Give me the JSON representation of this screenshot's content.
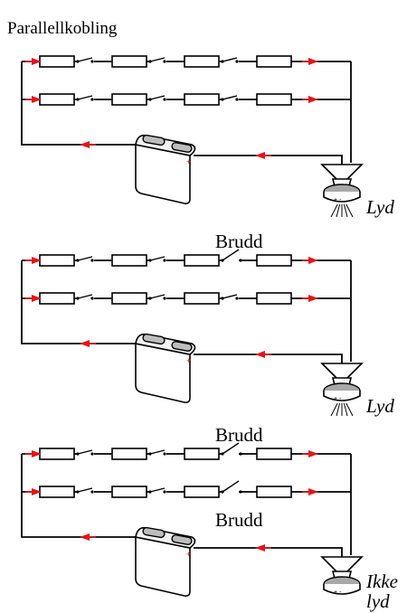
{
  "title": "Parallellkobling",
  "panels": [
    {
      "breaks": [],
      "sound_label": "Lyd",
      "sound_label_2": "",
      "sound": true
    },
    {
      "breaks": [
        {
          "label": "Brudd",
          "row": 0
        }
      ],
      "sound_label": "Lyd",
      "sound_label_2": "",
      "sound": true
    },
    {
      "breaks": [
        {
          "label": "Brudd",
          "row": 0
        },
        {
          "label": "Brudd",
          "row": 1
        }
      ],
      "sound_label": "Ikke",
      "sound_label_2": "lyd",
      "sound": false
    }
  ],
  "colors": {
    "current_arrow": "#e4141b",
    "wire": "#000000"
  },
  "icons": {
    "battery": "battery-icon",
    "speaker": "speaker-icon",
    "resistor": "resistor-icon"
  }
}
